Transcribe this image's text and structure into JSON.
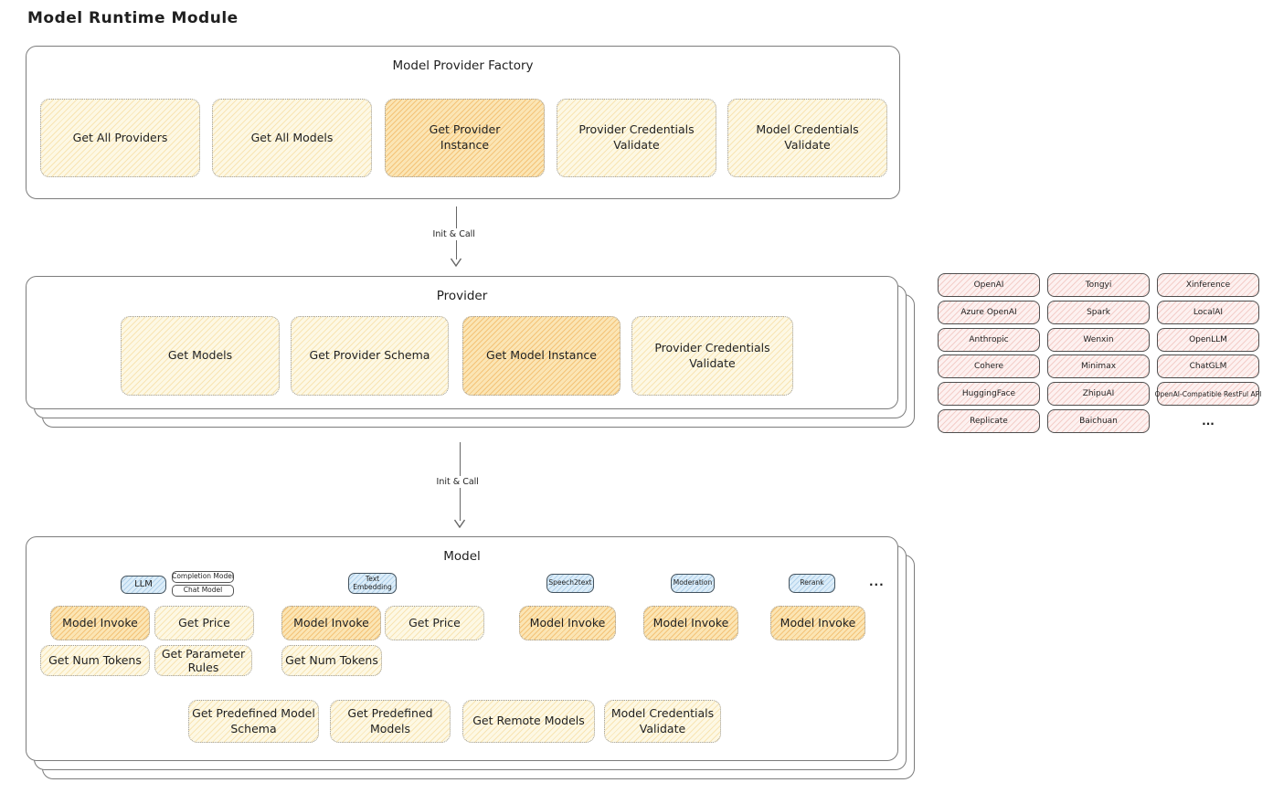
{
  "page_title": "Model Runtime Module",
  "colors": {
    "panel_border": "#7c7c7c",
    "node_yellow_fill": "#fdf8e4",
    "node_orange_fill": "#fbe5b4",
    "pill_pink_fill": "#fdf1f0",
    "tag_blue_fill": "#dcedf9",
    "arrow": "#666666",
    "text": "#1f1f1f"
  },
  "arrows": [
    {
      "label": "Init & Call"
    },
    {
      "label": "Init & Call"
    }
  ],
  "factory": {
    "title": "Model Provider Factory",
    "buttons": [
      {
        "label": "Get All Providers",
        "highlighted": false
      },
      {
        "label": "Get All Models",
        "highlighted": false
      },
      {
        "label": "Get Provider\nInstance",
        "highlighted": true
      },
      {
        "label": "Provider Credentials\nValidate",
        "highlighted": false
      },
      {
        "label": "Model Credentials\nValidate",
        "highlighted": false
      }
    ]
  },
  "provider": {
    "title": "Provider",
    "buttons": [
      {
        "label": "Get Models",
        "highlighted": false
      },
      {
        "label": "Get Provider Schema",
        "highlighted": false
      },
      {
        "label": "Get Model Instance",
        "highlighted": true
      },
      {
        "label": "Provider Credentials\nValidate",
        "highlighted": false
      }
    ]
  },
  "provider_list": {
    "items": [
      "OpenAI",
      "Tongyi",
      "Xinference",
      "Azure OpenAI",
      "Spark",
      "LocalAI",
      "Anthropic",
      "Wenxin",
      "OpenLLM",
      "Cohere",
      "Minimax",
      "ChatGLM",
      "HuggingFace",
      "ZhipuAI",
      "OpenAI-Compatible RestFul API",
      "Replicate",
      "Baichuan"
    ],
    "ellipsis": "..."
  },
  "model": {
    "title": "Model",
    "tags": {
      "llm": "LLM",
      "completion_model": "Completion Model",
      "chat_model": "Chat Model",
      "text_embedding": "Text\nEmbedding",
      "speech2text": "Speech2text",
      "moderation": "Moderation",
      "rerank": "Rerank",
      "ellipsis": "..."
    },
    "buttons": {
      "llm_model_invoke": {
        "label": "Model Invoke",
        "highlighted": true
      },
      "llm_get_price": {
        "label": "Get Price",
        "highlighted": false
      },
      "llm_get_num_tokens": {
        "label": "Get Num Tokens",
        "highlighted": false
      },
      "llm_get_parameter_rules": {
        "label": "Get Parameter\nRules",
        "highlighted": false
      },
      "te_model_invoke": {
        "label": "Model Invoke",
        "highlighted": true
      },
      "te_get_price": {
        "label": "Get Price",
        "highlighted": false
      },
      "te_get_num_tokens": {
        "label": "Get Num Tokens",
        "highlighted": false
      },
      "s2t_model_invoke": {
        "label": "Model Invoke",
        "highlighted": true
      },
      "mod_model_invoke": {
        "label": "Model Invoke",
        "highlighted": true
      },
      "rerank_model_invoke": {
        "label": "Model Invoke",
        "highlighted": true
      },
      "get_predefined_model_schema": {
        "label": "Get Predefined Model\nSchema",
        "highlighted": false
      },
      "get_predefined_models": {
        "label": "Get Predefined\nModels",
        "highlighted": false
      },
      "get_remote_models": {
        "label": "Get Remote Models",
        "highlighted": false
      },
      "model_credentials_validate": {
        "label": "Model Credentials\nValidate",
        "highlighted": false
      }
    }
  }
}
